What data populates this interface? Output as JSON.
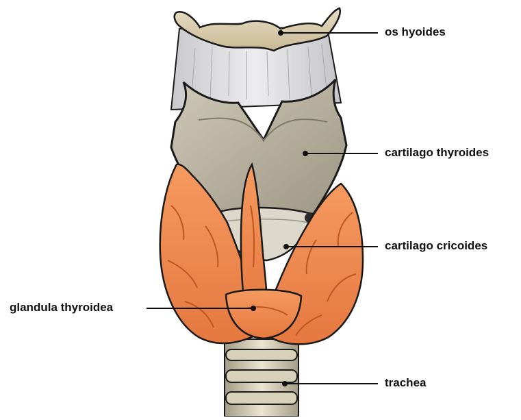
{
  "labels": {
    "hyoid": "os hyoides",
    "thyroid_cartilage": "cartilago thyroides",
    "cricoid_cartilage": "cartilago cricoides",
    "thyroid_gland": "glandula thyroidea",
    "trachea": "trachea"
  },
  "colors": {
    "bone": "#d9ccb0",
    "cartilage": "#b9b2a0",
    "membrane": "#d6d6d8",
    "gland": "#f08a52",
    "gland_dark": "#c85a25",
    "outline": "#1a1a1a",
    "leader": "#111111"
  }
}
